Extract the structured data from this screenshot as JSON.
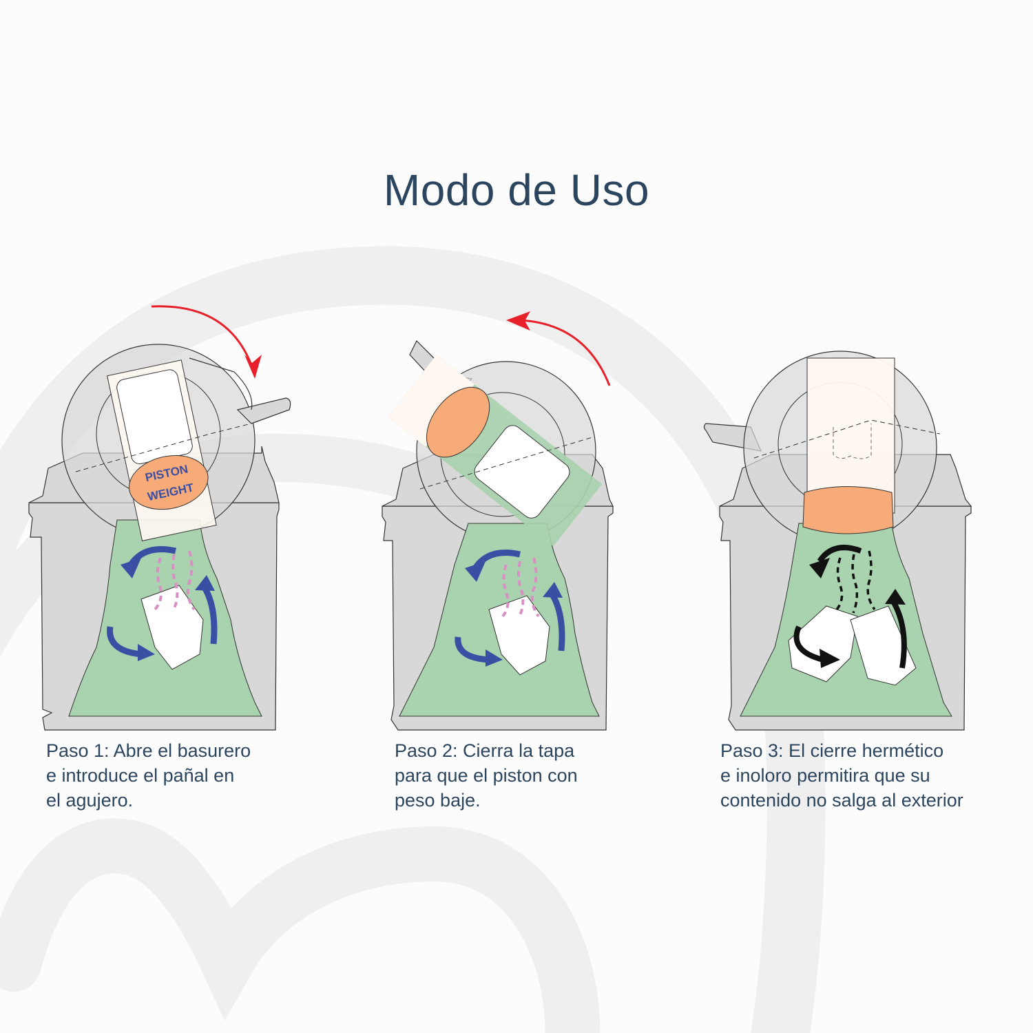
{
  "title": "Modo de Uso",
  "colors": {
    "title": "#2c455e",
    "bin_gray": "#d8d8d8",
    "bag_green": "#a9d2ae",
    "piston_orange": "#f7ab78",
    "arrow_blue": "#3a4fa3",
    "arrow_red": "#e8202a",
    "odor_pink": "#d98fc3",
    "watermark": "#efefef"
  },
  "steps": [
    {
      "id": 1,
      "illustration": "bin-lid-open-inserting-diaper",
      "lid_arrow": "clockwise-red-arrow",
      "piston_label_line1": "PISTON",
      "piston_label_line2": "WEIGHT",
      "caption_lines": [
        "Paso 1: Abre el basurero",
        "e introduce el pañal en",
        "el agujero."
      ]
    },
    {
      "id": 2,
      "illustration": "bin-lid-closing-piston-descends",
      "lid_arrow": "counterclockwise-red-arrow",
      "caption_lines": [
        "Paso 2: Cierra la tapa",
        "para que el piston con",
        "peso baje."
      ]
    },
    {
      "id": 3,
      "illustration": "bin-sealed-odor-contained",
      "lid_arrow": "none",
      "caption_lines": [
        "Paso 3: El cierre hermético",
        "e inoloro permitira que su",
        "contenido no salga al exterior"
      ]
    }
  ]
}
